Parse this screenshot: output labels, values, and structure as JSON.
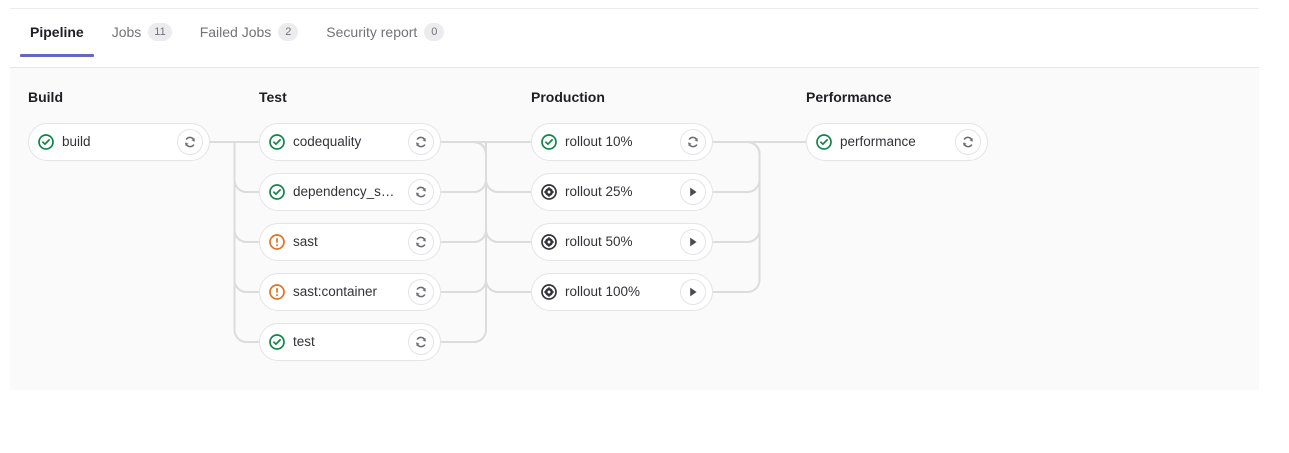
{
  "tabs": [
    {
      "label": "Pipeline",
      "badge": null,
      "active": true
    },
    {
      "label": "Jobs",
      "badge": "11",
      "active": false
    },
    {
      "label": "Failed Jobs",
      "badge": "2",
      "active": false
    },
    {
      "label": "Security report",
      "badge": "0",
      "active": false
    }
  ],
  "colors": {
    "accent": "#6666c4",
    "success": "#108548",
    "warning": "#e17223",
    "manual": "#333238",
    "canvas": "#fafafa",
    "card_border": "#e4e4e7",
    "edge": "#dcdcde"
  },
  "stages": [
    {
      "title": "Build",
      "jobs": [
        {
          "name": "build",
          "status": "success",
          "status_icon": "status-success-icon",
          "action": "retry",
          "action_icon": "retry-icon"
        }
      ]
    },
    {
      "title": "Test",
      "jobs": [
        {
          "name": "codequality",
          "status": "success",
          "status_icon": "status-success-icon",
          "action": "retry",
          "action_icon": "retry-icon"
        },
        {
          "name": "dependency_s…",
          "status": "success",
          "status_icon": "status-success-icon",
          "action": "retry",
          "action_icon": "retry-icon"
        },
        {
          "name": "sast",
          "status": "warning",
          "status_icon": "status-warning-icon",
          "action": "retry",
          "action_icon": "retry-icon"
        },
        {
          "name": "sast:container",
          "status": "warning",
          "status_icon": "status-warning-icon",
          "action": "retry",
          "action_icon": "retry-icon"
        },
        {
          "name": "test",
          "status": "success",
          "status_icon": "status-success-icon",
          "action": "retry",
          "action_icon": "retry-icon"
        }
      ]
    },
    {
      "title": "Production",
      "jobs": [
        {
          "name": "rollout 10%",
          "status": "success",
          "status_icon": "status-success-icon",
          "action": "retry",
          "action_icon": "retry-icon"
        },
        {
          "name": "rollout 25%",
          "status": "manual",
          "status_icon": "status-manual-icon",
          "action": "play",
          "action_icon": "play-icon"
        },
        {
          "name": "rollout 50%",
          "status": "manual",
          "status_icon": "status-manual-icon",
          "action": "play",
          "action_icon": "play-icon"
        },
        {
          "name": "rollout 100%",
          "status": "manual",
          "status_icon": "status-manual-icon",
          "action": "play",
          "action_icon": "play-icon"
        }
      ]
    },
    {
      "title": "Performance",
      "jobs": [
        {
          "name": "performance",
          "status": "success",
          "status_icon": "status-success-icon",
          "action": "retry",
          "action_icon": "retry-icon"
        }
      ]
    }
  ]
}
